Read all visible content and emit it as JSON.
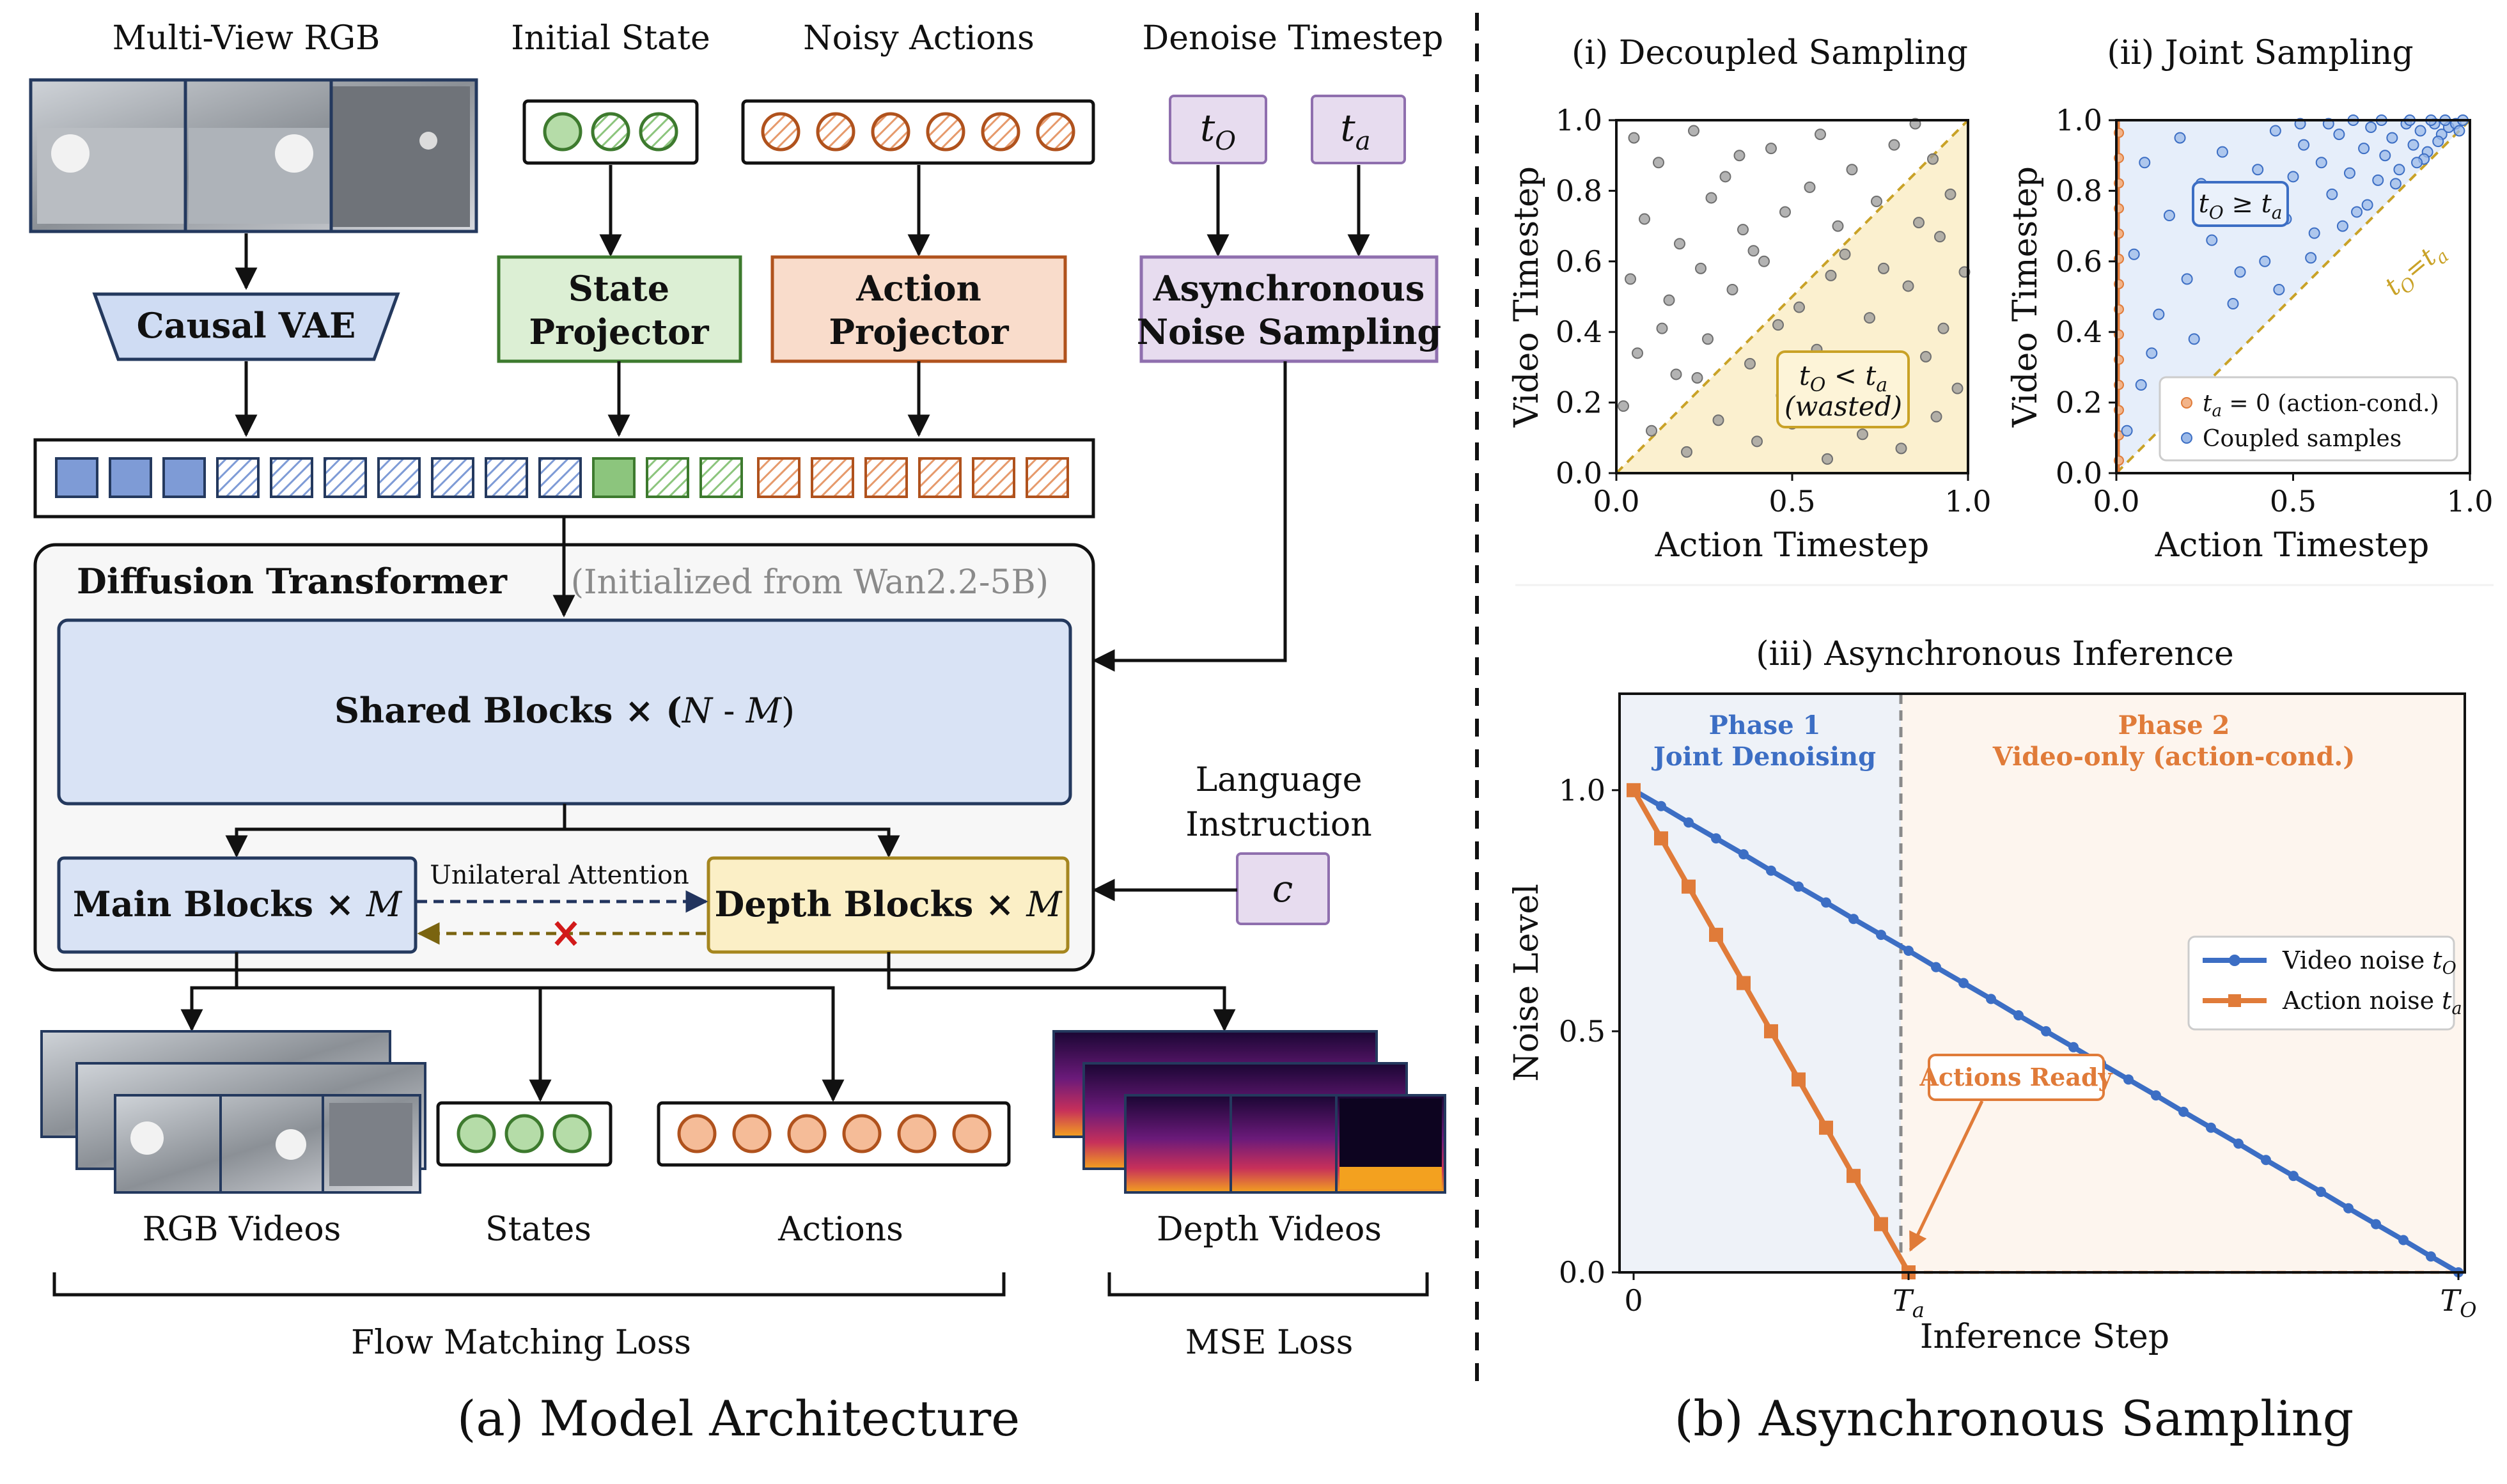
{
  "architecture": {
    "inputs": {
      "multiview": "Multi-View RGB",
      "initial_state": "Initial State",
      "noisy_actions": "Noisy Actions",
      "denoise_timestep": "Denoise Timestep"
    },
    "causal_vae": "Causal VAE",
    "state_projector": [
      "State",
      "Projector"
    ],
    "action_projector": [
      "Action",
      "Projector"
    ],
    "async_noise": [
      "Asynchronous",
      "Noise Sampling"
    ],
    "t_o": "t",
    "t_o_sub": "O",
    "t_a": "t",
    "t_a_sub": "a",
    "dit_title": "Diffusion Transformer",
    "dit_init": "(Initialized from Wan2.2-5B)",
    "shared_blocks": {
      "prefix": "Shared Blocks × (",
      "n": "N",
      "sep": " - ",
      "m": "M",
      "suffix": ")"
    },
    "main_blocks": {
      "prefix": "Main Blocks × ",
      "m": "M"
    },
    "depth_blocks": {
      "prefix": "Depth Blocks × ",
      "m": "M"
    },
    "unilateral": "Unilateral Attention",
    "language": [
      "Language",
      "Instruction"
    ],
    "c": "c",
    "outputs": {
      "rgb": "RGB Videos",
      "states": "States",
      "actions": "Actions",
      "depth": "Depth Videos"
    },
    "losses": {
      "flow": "Flow Matching Loss",
      "mse": "MSE Loss"
    },
    "caption": "(a) Model Architecture"
  },
  "sampling": {
    "caption": "(b) Asynchronous Sampling",
    "colors": {
      "video": "#3c6ec4",
      "action": "#e07b39",
      "line": "#c9a227",
      "grey": "#888888"
    }
  },
  "chart_data": [
    {
      "type": "scatter",
      "title": "(i) Decoupled Sampling",
      "xlabel": "Action Timestep",
      "ylabel": "Video Timestep",
      "xlim": [
        0,
        1
      ],
      "ylim": [
        0,
        1
      ],
      "xticks": [
        "0.0",
        "0.5",
        "1.0"
      ],
      "yticks": [
        "0.0",
        "0.2",
        "0.4",
        "0.6",
        "0.8",
        "1.0"
      ],
      "annotation": {
        "line1": "t",
        "sub1": "O",
        "op": " < ",
        "t2": "t",
        "sub2": "a",
        "line2": "(wasted)"
      },
      "series": [
        {
          "values": [
            [
              0.05,
              0.95
            ],
            [
              0.12,
              0.88
            ],
            [
              0.22,
              0.97
            ],
            [
              0.31,
              0.84
            ],
            [
              0.44,
              0.92
            ],
            [
              0.58,
              0.96
            ],
            [
              0.67,
              0.86
            ],
            [
              0.79,
              0.93
            ],
            [
              0.9,
              0.89
            ],
            [
              0.08,
              0.72
            ],
            [
              0.18,
              0.65
            ],
            [
              0.27,
              0.78
            ],
            [
              0.36,
              0.69
            ],
            [
              0.48,
              0.74
            ],
            [
              0.55,
              0.81
            ],
            [
              0.63,
              0.7
            ],
            [
              0.74,
              0.77
            ],
            [
              0.86,
              0.71
            ],
            [
              0.95,
              0.79
            ],
            [
              0.04,
              0.55
            ],
            [
              0.15,
              0.49
            ],
            [
              0.24,
              0.58
            ],
            [
              0.33,
              0.52
            ],
            [
              0.42,
              0.6
            ],
            [
              0.52,
              0.47
            ],
            [
              0.61,
              0.56
            ],
            [
              0.72,
              0.44
            ],
            [
              0.83,
              0.53
            ],
            [
              0.93,
              0.41
            ],
            [
              0.06,
              0.34
            ],
            [
              0.17,
              0.28
            ],
            [
              0.26,
              0.38
            ],
            [
              0.38,
              0.31
            ],
            [
              0.47,
              0.22
            ],
            [
              0.57,
              0.35
            ],
            [
              0.69,
              0.27
            ],
            [
              0.78,
              0.18
            ],
            [
              0.88,
              0.33
            ],
            [
              0.97,
              0.24
            ],
            [
              0.1,
              0.12
            ],
            [
              0.2,
              0.06
            ],
            [
              0.29,
              0.15
            ],
            [
              0.4,
              0.09
            ],
            [
              0.5,
              0.14
            ],
            [
              0.6,
              0.04
            ],
            [
              0.7,
              0.11
            ],
            [
              0.81,
              0.07
            ],
            [
              0.91,
              0.16
            ],
            [
              0.02,
              0.19
            ],
            [
              0.13,
              0.41
            ],
            [
              0.35,
              0.9
            ],
            [
              0.46,
              0.42
            ],
            [
              0.65,
              0.62
            ],
            [
              0.76,
              0.58
            ],
            [
              0.85,
              0.99
            ],
            [
              0.99,
              0.57
            ],
            [
              0.23,
              0.27
            ],
            [
              0.54,
              0.3
            ],
            [
              0.92,
              0.67
            ],
            [
              0.39,
              0.63
            ]
          ]
        }
      ]
    },
    {
      "type": "scatter",
      "title": "(ii) Joint Sampling",
      "xlabel": "Action Timestep",
      "ylabel": "Video Timestep",
      "xlim": [
        0,
        1
      ],
      "ylim": [
        0,
        1
      ],
      "xticks": [
        "0.0",
        "0.5",
        "1.0"
      ],
      "yticks": [
        "0.0",
        "0.2",
        "0.4",
        "0.6",
        "0.8",
        "1.0"
      ],
      "annotation": {
        "t1": "t",
        "sub1": "O",
        "op": " ≥ ",
        "t2": "t",
        "sub2": "a"
      },
      "diag_label": {
        "t1": "t",
        "sub1": "O",
        "op": "=",
        "t2": "t",
        "sub2": "a"
      },
      "legend": [
        {
          "t": "t",
          "sub": "a",
          "rest": " = 0 (action-cond.)"
        },
        {
          "rest": "Coupled samples"
        }
      ],
      "series": [
        {
          "name": "Coupled samples",
          "values": [
            [
              0.05,
              0.62
            ],
            [
              0.08,
              0.88
            ],
            [
              0.12,
              0.45
            ],
            [
              0.15,
              0.73
            ],
            [
              0.18,
              0.95
            ],
            [
              0.2,
              0.55
            ],
            [
              0.24,
              0.82
            ],
            [
              0.27,
              0.66
            ],
            [
              0.3,
              0.91
            ],
            [
              0.33,
              0.48
            ],
            [
              0.36,
              0.77
            ],
            [
              0.4,
              0.86
            ],
            [
              0.42,
              0.6
            ],
            [
              0.45,
              0.97
            ],
            [
              0.48,
              0.72
            ],
            [
              0.5,
              0.84
            ],
            [
              0.53,
              0.93
            ],
            [
              0.56,
              0.68
            ],
            [
              0.58,
              0.88
            ],
            [
              0.61,
              0.79
            ],
            [
              0.63,
              0.96
            ],
            [
              0.66,
              0.85
            ],
            [
              0.68,
              0.74
            ],
            [
              0.7,
              0.92
            ],
            [
              0.72,
              0.98
            ],
            [
              0.74,
              0.83
            ],
            [
              0.76,
              0.9
            ],
            [
              0.78,
              0.95
            ],
            [
              0.8,
              0.86
            ],
            [
              0.82,
              0.99
            ],
            [
              0.84,
              0.93
            ],
            [
              0.86,
              0.97
            ],
            [
              0.88,
              0.91
            ],
            [
              0.9,
              0.99
            ],
            [
              0.92,
              0.96
            ],
            [
              0.94,
              0.98
            ],
            [
              0.96,
              0.99
            ],
            [
              0.98,
              1.0
            ],
            [
              0.1,
              0.34
            ],
            [
              0.22,
              0.38
            ],
            [
              0.35,
              0.57
            ],
            [
              0.46,
              0.52
            ],
            [
              0.55,
              0.61
            ],
            [
              0.64,
              0.7
            ],
            [
              0.71,
              0.76
            ],
            [
              0.79,
              0.82
            ],
            [
              0.87,
              0.89
            ],
            [
              0.03,
              0.12
            ],
            [
              0.07,
              0.25
            ],
            [
              0.14,
              0.2
            ],
            [
              0.52,
              0.99
            ],
            [
              0.6,
              0.99
            ],
            [
              0.67,
              1.0
            ],
            [
              0.75,
              1.0
            ],
            [
              0.83,
              1.0
            ],
            [
              0.89,
              1.0
            ],
            [
              0.93,
              1.0
            ],
            [
              0.97,
              0.97
            ],
            [
              0.85,
              0.88
            ],
            [
              0.91,
              0.94
            ]
          ]
        }
      ]
    },
    {
      "type": "line",
      "title": "(iii) Asynchronous Inference",
      "xlabel": "Inference Step",
      "ylabel": "Noise Level",
      "ylim": [
        0,
        1.2
      ],
      "xticks": [
        "0",
        "T",
        "T"
      ],
      "xtick_subs": [
        "",
        "a",
        "O"
      ],
      "yticks": [
        "0.0",
        "0.5",
        "1.0"
      ],
      "phase1": [
        "Phase 1",
        "Joint Denoising"
      ],
      "phase2": [
        "Phase 2",
        "Video-only (action-cond.)"
      ],
      "callout": "Actions Ready",
      "legend": [
        {
          "label": "Video noise ",
          "t": "t",
          "sub": "O"
        },
        {
          "label": "Action noise ",
          "t": "t",
          "sub": "a"
        }
      ],
      "total_steps": 30,
      "action_steps": 10,
      "series": [
        {
          "name": "Video noise",
          "values": [
            1.0,
            0.967,
            0.933,
            0.9,
            0.867,
            0.833,
            0.8,
            0.767,
            0.733,
            0.7,
            0.667,
            0.633,
            0.6,
            0.567,
            0.533,
            0.5,
            0.467,
            0.433,
            0.4,
            0.367,
            0.333,
            0.3,
            0.267,
            0.233,
            0.2,
            0.167,
            0.133,
            0.1,
            0.067,
            0.033,
            0.0
          ]
        },
        {
          "name": "Action noise",
          "values": [
            1.0,
            0.9,
            0.8,
            0.7,
            0.6,
            0.5,
            0.4,
            0.3,
            0.2,
            0.1,
            0.0
          ]
        }
      ]
    }
  ]
}
